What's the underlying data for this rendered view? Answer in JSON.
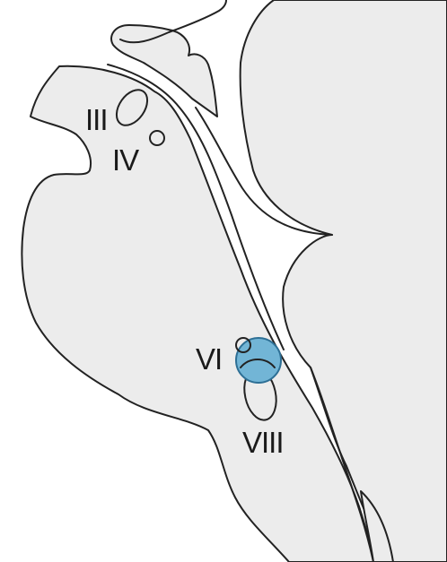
{
  "labels": {
    "nerve_III": "III",
    "nerve_IV": "IV",
    "nerve_VI": "VI",
    "nerve_VIII": "VIII"
  },
  "colors": {
    "tissue_fill": "#ececec",
    "outline": "#222222",
    "highlight_fill": "#72b5d6"
  }
}
